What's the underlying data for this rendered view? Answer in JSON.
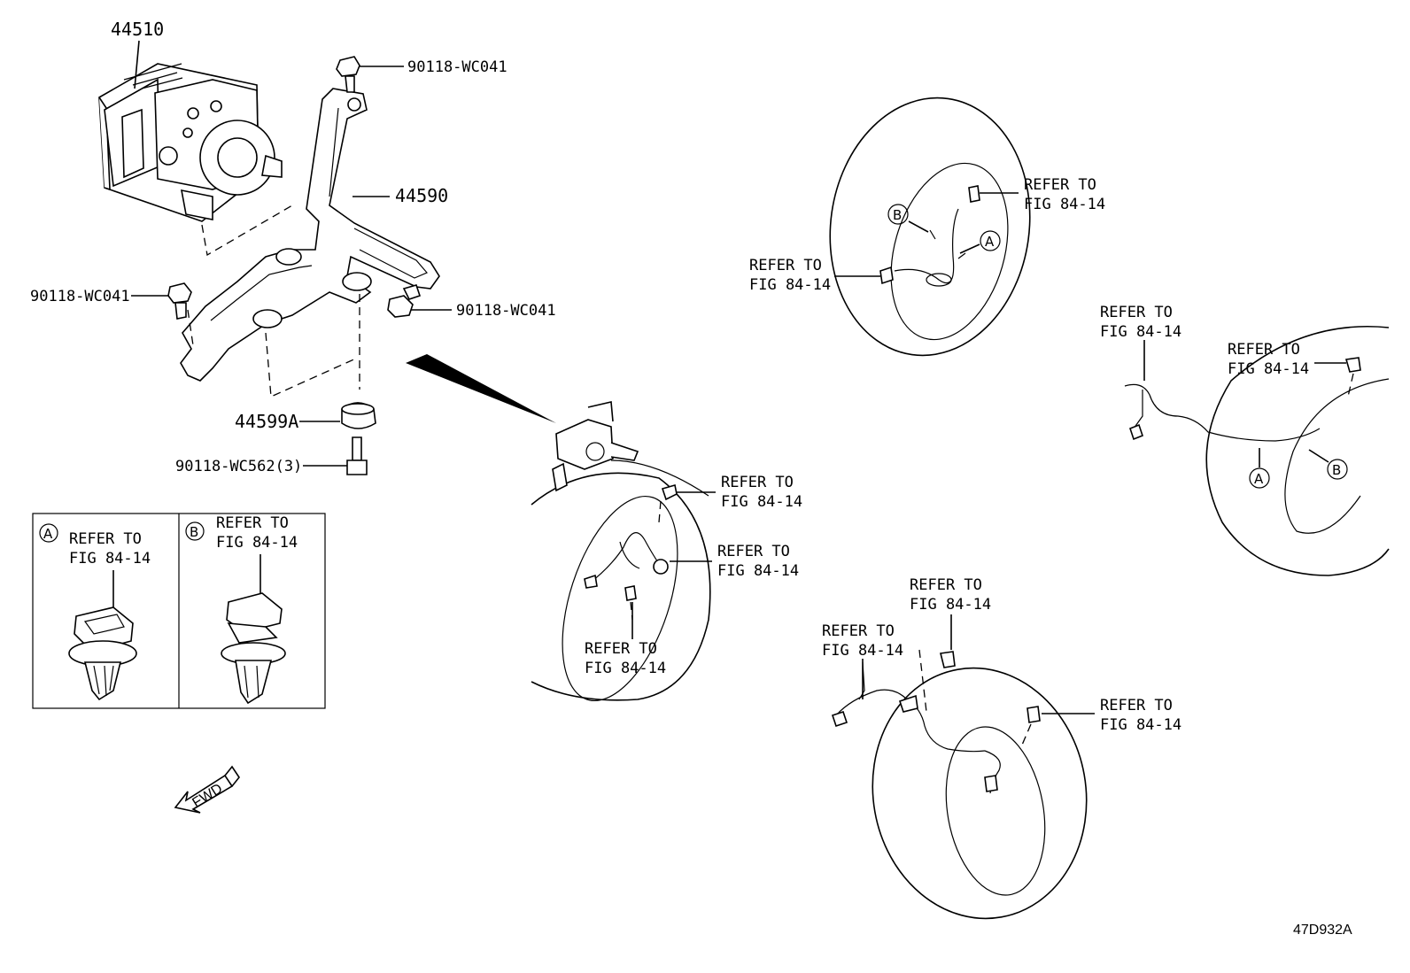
{
  "parts": {
    "abs_actuator": "44510",
    "bracket": "44590",
    "cushion": "44599A",
    "bolt_top": "90118-WC041",
    "bolt_left": "90118-WC041",
    "bolt_right": "90118-WC041",
    "stud_bolt": "90118-WC562(3)"
  },
  "refer": {
    "line1": "REFER TO",
    "line2": "FIG 84-14"
  },
  "clips": {
    "a_letter": "A",
    "b_letter": "B"
  },
  "fwd": "FWD",
  "diagram_code": "47D932A"
}
